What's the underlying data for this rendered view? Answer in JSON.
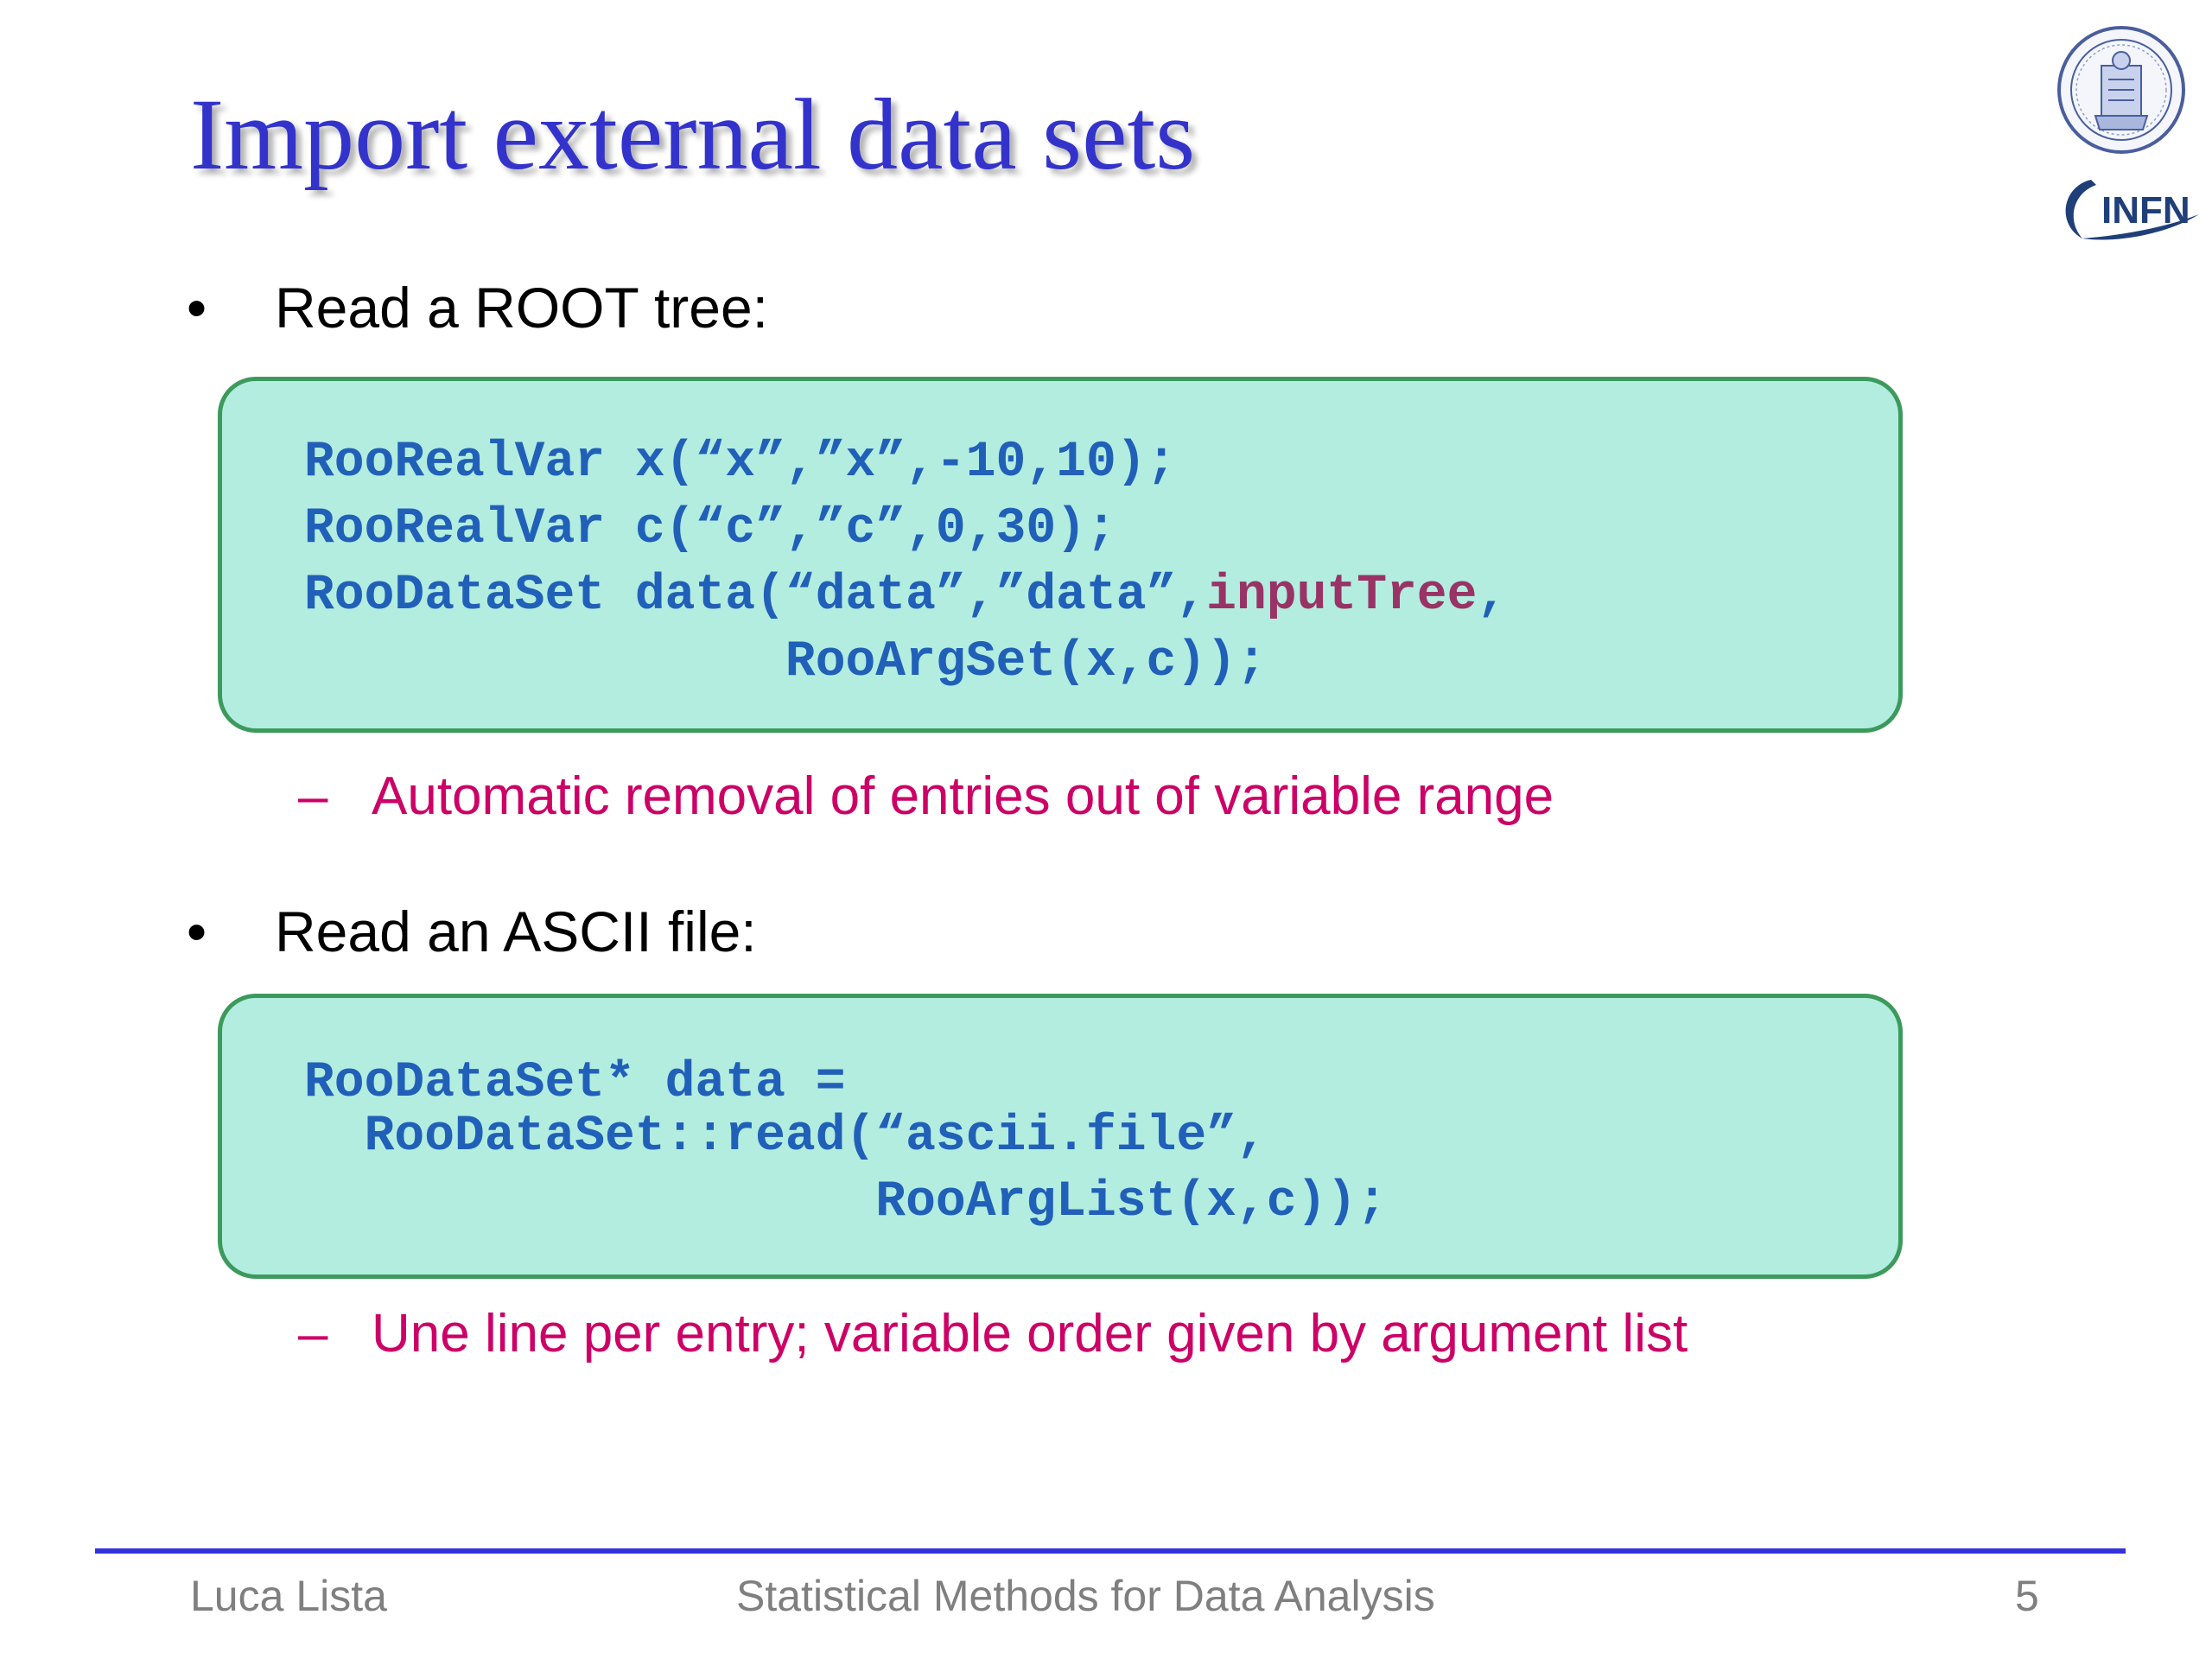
{
  "slide": {
    "title": "Import external data sets",
    "bullets": [
      {
        "text": "Read a ROOT tree:",
        "code": [
          "RooRealVar x(“x”,”x”,-10,10);",
          "RooRealVar c(“c”,”c”,0,30);",
          "RooDataSet data(“data”,”data”,",
          "inputTree",
          ",",
          "                RooArgSet(x,c));"
        ],
        "note": "Automatic removal of entries out of variable range"
      },
      {
        "text": "Read an ASCII file:",
        "code": [
          "RooDataSet* data =",
          "  RooDataSet::read(“ascii.file”,",
          "                   RooArgList(x,c));"
        ],
        "note": "Une line per entry; variable order given by argument list"
      }
    ],
    "bullet_glyph": "•",
    "sub_glyph": "–"
  },
  "footer": {
    "author": "Luca Lista",
    "course": "Statistical Methods for Data Analysis",
    "page": "5"
  },
  "logos": {
    "seal": "university-seal-icon",
    "infn": "INFN"
  },
  "colors": {
    "title": "#3333cc",
    "code": "#2160b8",
    "code_highlight": "#993366",
    "note": "#cc0066",
    "code_box_fill": "#b3ede0",
    "code_box_border": "#3c9a5c",
    "footer_rule": "#3333dd",
    "footer_text": "#7f7f7f"
  }
}
